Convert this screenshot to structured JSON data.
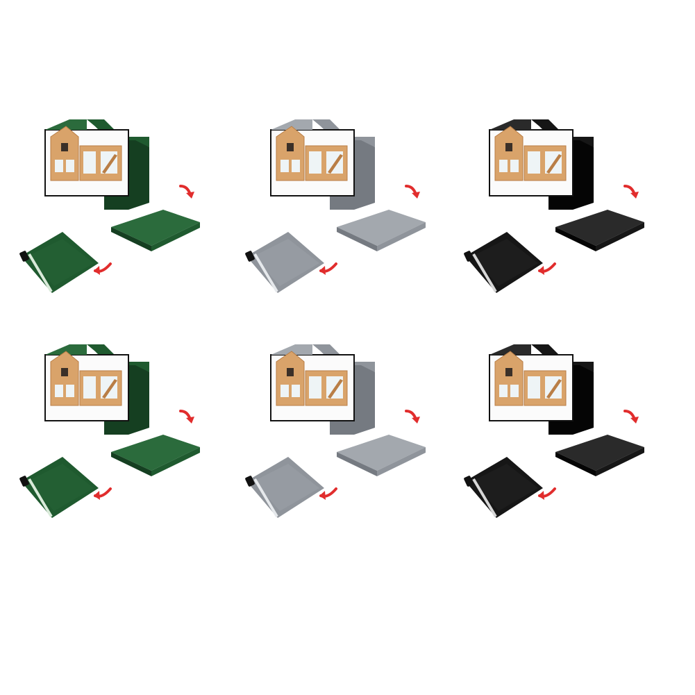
{
  "variants": [
    {
      "id": "green",
      "cover": "#1f5a2f",
      "coverLight": "#2b6b3c",
      "coverDark": "#153f21",
      "bagTrim": "#d9ead9"
    },
    {
      "id": "gray",
      "cover": "#8f949b",
      "coverLight": "#a3a8ae",
      "coverDark": "#757a81",
      "bagTrim": "#e6e9ec"
    },
    {
      "id": "black",
      "cover": "#161616",
      "coverLight": "#2a2a2a",
      "coverDark": "#050505",
      "bagTrim": "#d7d7d7"
    }
  ],
  "arrowColor": "#e12d2d",
  "woodColor": "#d9a36a",
  "woodDark": "#b97e46",
  "meshColor": "#eef4f6"
}
